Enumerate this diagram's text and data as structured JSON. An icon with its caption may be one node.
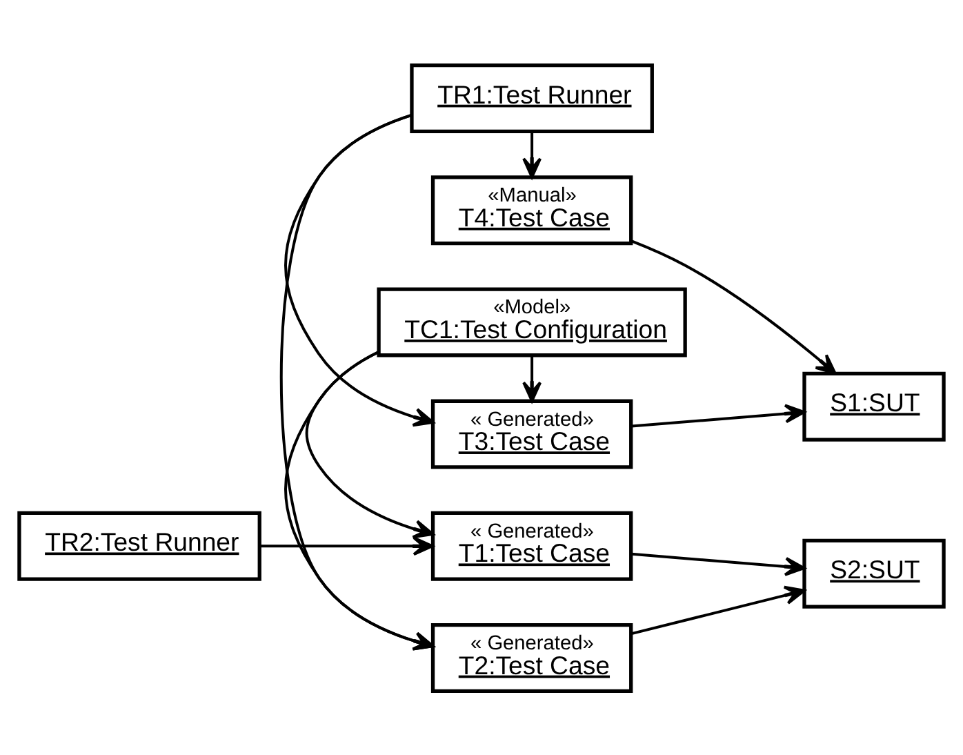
{
  "diagram": {
    "nodes": [
      {
        "text": [
          "TR1:Test Runner"
        ]
      },
      {
        "text": [
          "«Manual»",
          "T4:Test Case"
        ]
      },
      {
        "text": [
          "« Generated»",
          "T3:Test Case"
        ]
      },
      {
        "text": [
          "« Generated»",
          "T2:Test Case"
        ]
      },
      {
        "text": [
          "TR2:Test Runner"
        ]
      },
      {
        "text": [
          "« Generated»",
          "T1:Test Case"
        ]
      },
      {
        "text": [
          "S1:SUT"
        ]
      },
      {
        "text": [
          "S2:SUT"
        ]
      },
      {
        "text": [
          "«Model»",
          "TC1:Test Configuration"
        ]
      }
    ],
    "edges": [
      {
        "from": 0,
        "to": 1,
        "arrow": "to"
      },
      {
        "from": 0,
        "to": 2,
        "arrow": "to"
      },
      {
        "from": 0,
        "to": 3,
        "arrow": "to"
      },
      {
        "from": 4,
        "to": 5,
        "arrow": "to"
      },
      {
        "from": 1,
        "to": 6,
        "arrow": "to"
      },
      {
        "from": 2,
        "to": 6,
        "arrow": "to"
      },
      {
        "from": 3,
        "to": 7,
        "arrow": "to"
      },
      {
        "from": 5,
        "to": 7,
        "arrow": "to"
      },
      {
        "from": 8,
        "to": 2,
        "arrow": "to"
      },
      {
        "from": 8,
        "to": 3,
        "arrow": "to"
      },
      {
        "from": 8,
        "to": 5,
        "arrow": "to"
      }
    ]
  }
}
